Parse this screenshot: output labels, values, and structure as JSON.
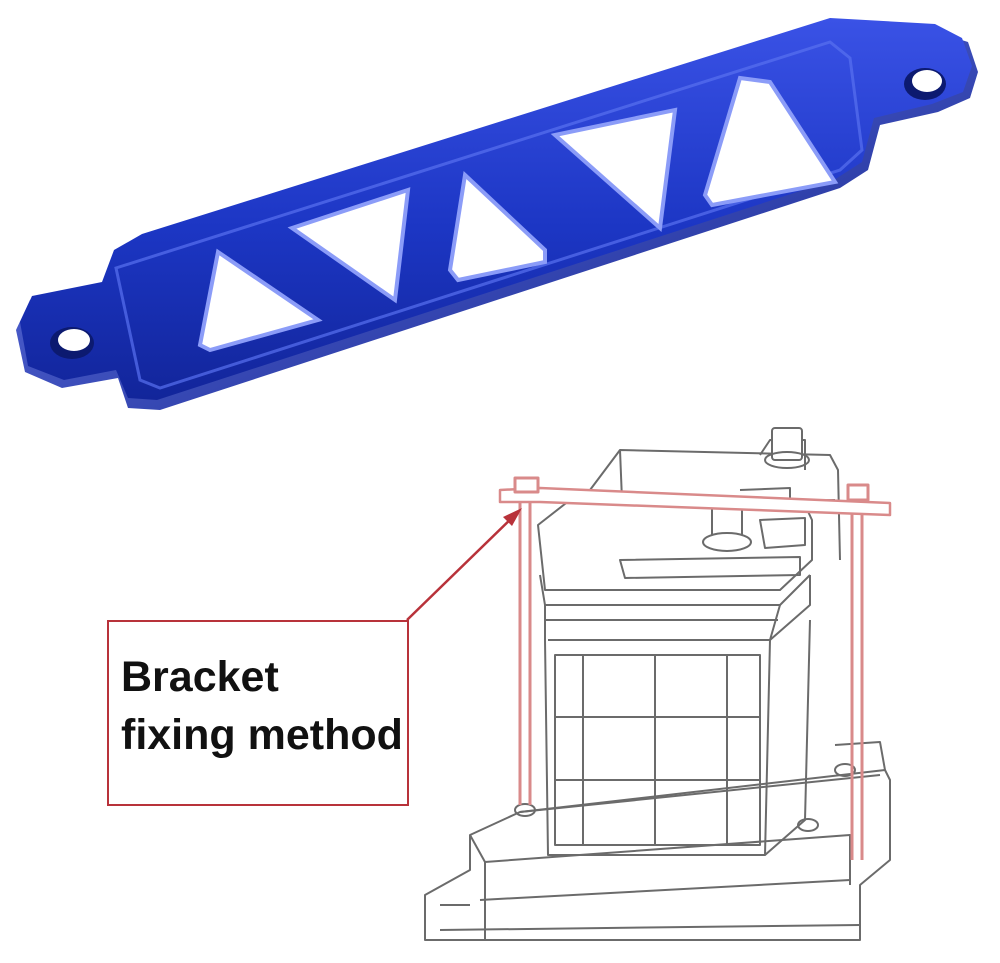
{
  "callout": {
    "line1": "Bracket",
    "line2": "fixing method"
  },
  "colors": {
    "bracket": "#1c36c4",
    "bracket_dark": "#0f1f8c",
    "bracket_light": "#5a6ff0",
    "callout_border": "#b8323a",
    "rod": "#d98a8a",
    "line_art": "#6b6b6b"
  },
  "icons": {
    "bracket": "battery-tie-down-bracket",
    "diagram": "battery-hold-down-diagram"
  }
}
